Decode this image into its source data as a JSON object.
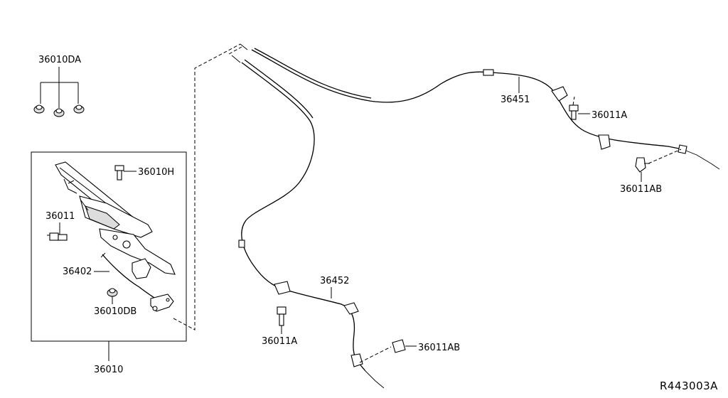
{
  "diagram": {
    "reference_code": "R443003A",
    "labels": {
      "p36010DA": "36010DA",
      "p36010H": "36010H",
      "p36011": "36011",
      "p36402": "36402",
      "p36010DB": "36010DB",
      "p36010": "36010",
      "p36451": "36451",
      "p36011A_top": "36011A",
      "p36011AB_right": "36011AB",
      "p36452": "36452",
      "p36011A_bottom": "36011A",
      "p36011AB_bottom": "36011AB"
    }
  }
}
